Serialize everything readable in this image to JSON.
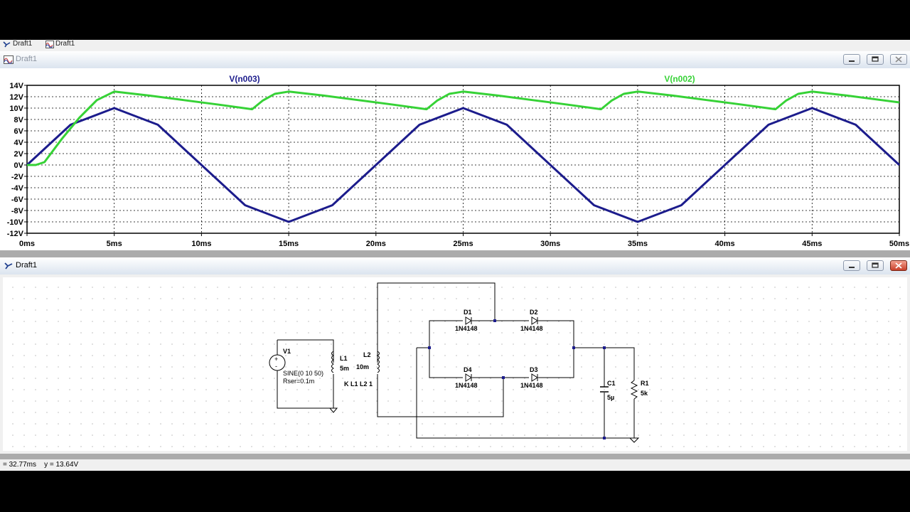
{
  "tabs": [
    {
      "label": "Draft1",
      "icon": "schematic-icon"
    },
    {
      "label": "Draft1",
      "icon": "waveform-icon"
    }
  ],
  "plot_window": {
    "title": "Draft1",
    "icon": "waveform-icon",
    "traces": [
      {
        "label": "V(n003)",
        "color": "#1c1c8c"
      },
      {
        "label": "V(n002)",
        "color": "#36d236"
      }
    ]
  },
  "schematic_window": {
    "title": "Draft1",
    "icon": "schematic-icon",
    "components": {
      "V1": {
        "ref": "V1",
        "value": "SINE(0 10 50)",
        "param": "Rser=0.1m"
      },
      "L1": {
        "ref": "L1",
        "value": "5m"
      },
      "L2": {
        "ref": "L2",
        "value": "10m"
      },
      "K": {
        "directive": "K L1 L2 1"
      },
      "D1": {
        "ref": "D1",
        "model": "1N4148"
      },
      "D2": {
        "ref": "D2",
        "model": "1N4148"
      },
      "D3": {
        "ref": "D3",
        "model": "1N4148"
      },
      "D4": {
        "ref": "D4",
        "model": "1N4148"
      },
      "C1": {
        "ref": "C1",
        "value": "5µ"
      },
      "R1": {
        "ref": "R1",
        "value": "5k"
      }
    }
  },
  "statusbar": {
    "text": "= 32.77ms    y = 13.64V"
  },
  "chart_data": {
    "type": "line",
    "xlabel": "",
    "ylabel": "",
    "xlim": [
      0,
      50
    ],
    "ylim": [
      -12,
      14
    ],
    "grid": true,
    "xticks": [
      "0ms",
      "5ms",
      "10ms",
      "15ms",
      "20ms",
      "25ms",
      "30ms",
      "35ms",
      "40ms",
      "45ms",
      "50ms"
    ],
    "yticks": [
      "14V",
      "12V",
      "10V",
      "8V",
      "6V",
      "4V",
      "2V",
      "0V",
      "-2V",
      "-4V",
      "-6V",
      "-8V",
      "-10V",
      "-12V"
    ],
    "series": [
      {
        "name": "V(n003)",
        "color": "#1c1c8c",
        "x": [
          0,
          2.5,
          5,
          7.5,
          10,
          12.5,
          15,
          17.5,
          20,
          22.5,
          25,
          27.5,
          30,
          32.5,
          35,
          37.5,
          40,
          42.5,
          45,
          47.5,
          50
        ],
        "y": [
          0,
          7.07,
          10,
          7.07,
          0,
          -7.07,
          -10,
          -7.07,
          0,
          7.07,
          10,
          7.07,
          0,
          -7.07,
          -10,
          -7.07,
          0,
          7.07,
          10,
          7.07,
          0
        ]
      },
      {
        "name": "V(n002)",
        "color": "#36d236",
        "x": [
          0,
          0.5,
          1,
          2,
          3,
          4,
          5,
          7,
          9,
          11,
          12.9,
          13.5,
          14.2,
          15,
          17,
          19,
          21,
          22.9,
          23.5,
          24.2,
          25,
          27,
          29,
          31,
          32.9,
          33.5,
          34.2,
          35,
          37,
          39,
          41,
          42.9,
          43.5,
          44.2,
          45,
          47,
          49,
          50
        ],
        "y": [
          0,
          0,
          0.5,
          4.6,
          8.3,
          11.4,
          12.9,
          12.2,
          11.4,
          10.6,
          9.8,
          11.3,
          12.5,
          12.9,
          12.2,
          11.4,
          10.6,
          9.8,
          11.3,
          12.5,
          12.9,
          12.2,
          11.4,
          10.6,
          9.8,
          11.3,
          12.5,
          12.9,
          12.2,
          11.4,
          10.6,
          9.8,
          11.3,
          12.5,
          12.9,
          12.2,
          11.4,
          11.0
        ]
      }
    ]
  }
}
